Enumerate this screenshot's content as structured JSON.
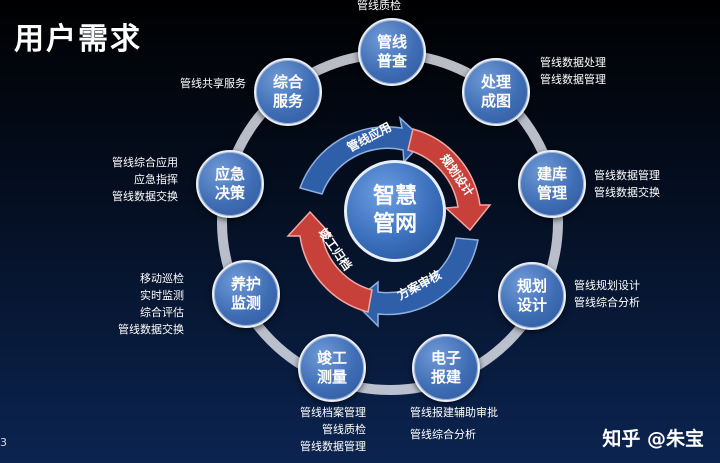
{
  "title": "用户需求",
  "center": "智慧管网",
  "cycle_arrows": [
    "管线应用",
    "规划设计",
    "方案审核",
    "竣工归档"
  ],
  "nodes": [
    {
      "label": "管线普查",
      "notes": [
        "管线质检"
      ]
    },
    {
      "label": "处理成图",
      "notes": [
        "管线数据处理",
        "管线数据管理"
      ]
    },
    {
      "label": "建库管理",
      "notes": [
        "管线数据管理",
        "管线数据交换"
      ]
    },
    {
      "label": "规划设计",
      "notes": [
        "管线规划设计",
        "管线综合分析"
      ]
    },
    {
      "label": "电子报建",
      "notes": [
        "管线报建辅助审批",
        "管线综合分析"
      ]
    },
    {
      "label": "竣工测量",
      "notes": [
        "管线档案管理",
        "管线质检",
        "管线数据管理"
      ]
    },
    {
      "label": "养护监测",
      "notes": [
        "移动巡检",
        "实时监测",
        "综合评估",
        "管线数据交换"
      ]
    },
    {
      "label": "应急决策",
      "notes": [
        "管线综合应用",
        "应急指挥",
        "管线数据交换"
      ]
    },
    {
      "label": "综合服务",
      "notes": [
        "管线共享服务"
      ]
    }
  ],
  "watermark": "知乎 @朱宝",
  "edge_text": "3",
  "colors": {
    "ring": "#d9dde6",
    "node": "#3f6db4",
    "arrow_blue": "#2f5fa8",
    "arrow_red": "#c8403a"
  }
}
